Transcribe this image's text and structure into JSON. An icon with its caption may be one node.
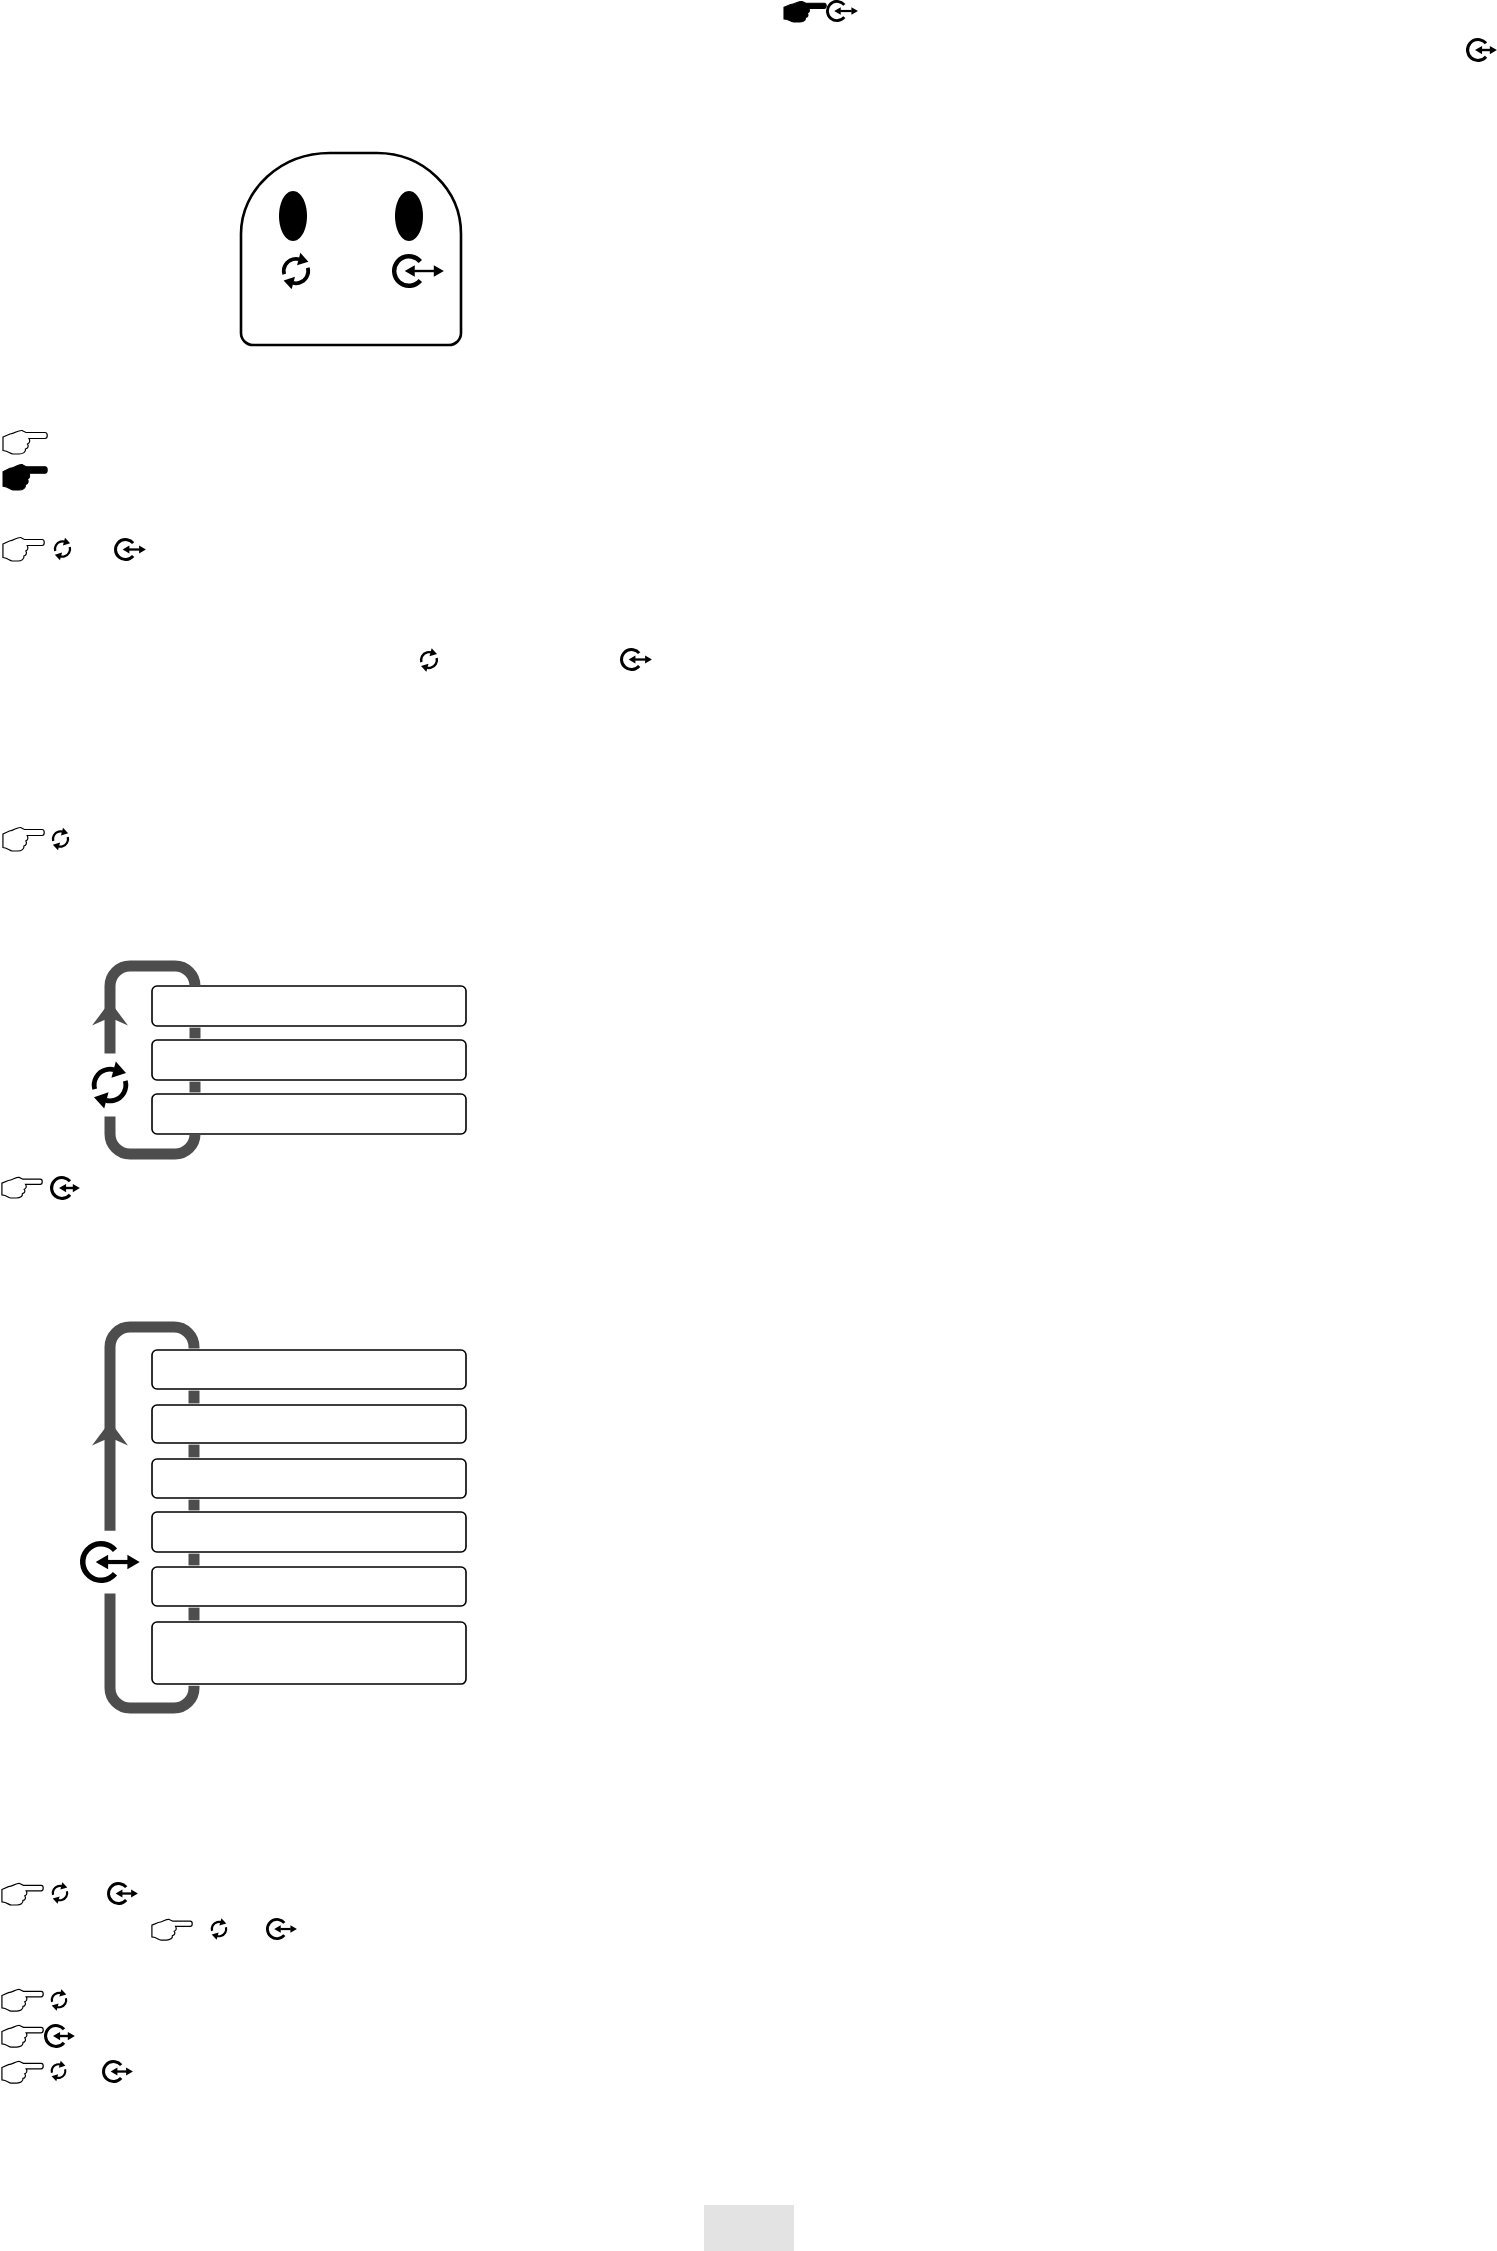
{
  "diagram": {
    "nodes": [
      {
        "text": [],
        "shape": "box"
      },
      {
        "text": [],
        "shape": "box"
      },
      {
        "text": [],
        "shape": "box"
      },
      {
        "text": [],
        "shape": "picture"
      },
      {
        "text": [],
        "shape": "box"
      },
      {
        "text": [],
        "shape": "box"
      },
      {
        "text": [],
        "shape": "box"
      },
      {
        "text": [],
        "shape": "box"
      },
      {
        "text": [],
        "shape": "box"
      },
      {
        "text": [],
        "shape": "box"
      },
      {
        "text": [],
        "shape": "picture"
      }
    ],
    "edges": [
      {
        "from": 0,
        "to": 1,
        "arrow": "none"
      },
      {
        "from": 1,
        "to": 2,
        "arrow": "none"
      },
      {
        "from": 2,
        "to": 3,
        "arrow": "none"
      },
      {
        "from": 3,
        "to": 0,
        "arrow": "to"
      },
      {
        "from": 4,
        "to": 5,
        "arrow": "none"
      },
      {
        "from": 5,
        "to": 6,
        "arrow": "none"
      },
      {
        "from": 6,
        "to": 7,
        "arrow": "none"
      },
      {
        "from": 7,
        "to": 8,
        "arrow": "none"
      },
      {
        "from": 8,
        "to": 9,
        "arrow": "none"
      },
      {
        "from": 9,
        "to": 10,
        "arrow": "none"
      },
      {
        "from": 10,
        "to": 4,
        "arrow": "to"
      }
    ]
  }
}
